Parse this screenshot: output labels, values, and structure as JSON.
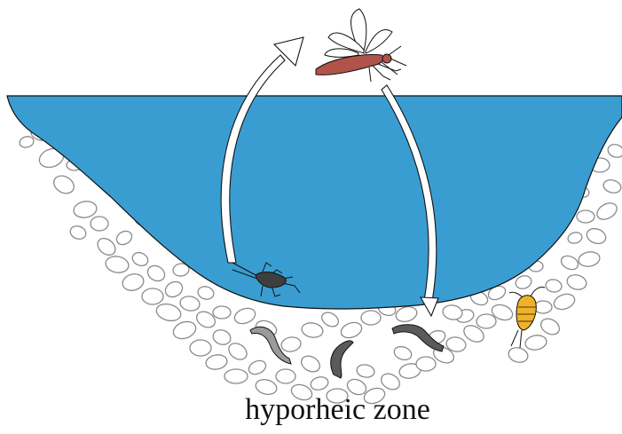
{
  "caption": "hyporheic zone",
  "colors": {
    "water": "#3a9dd1",
    "stone_stroke": "#8a8a8a",
    "outline": "#111111",
    "mosquito_body": "#b0534a",
    "larva_body": "#3d3f3f",
    "worm_light": "#9a9a9a",
    "worm_dark": "#5a5a5a",
    "copepod": "#f0b228"
  },
  "icons": [
    "mosquito-icon",
    "larva-icon",
    "worm-icon",
    "copepod-icon",
    "arrow-up",
    "arrow-down"
  ]
}
